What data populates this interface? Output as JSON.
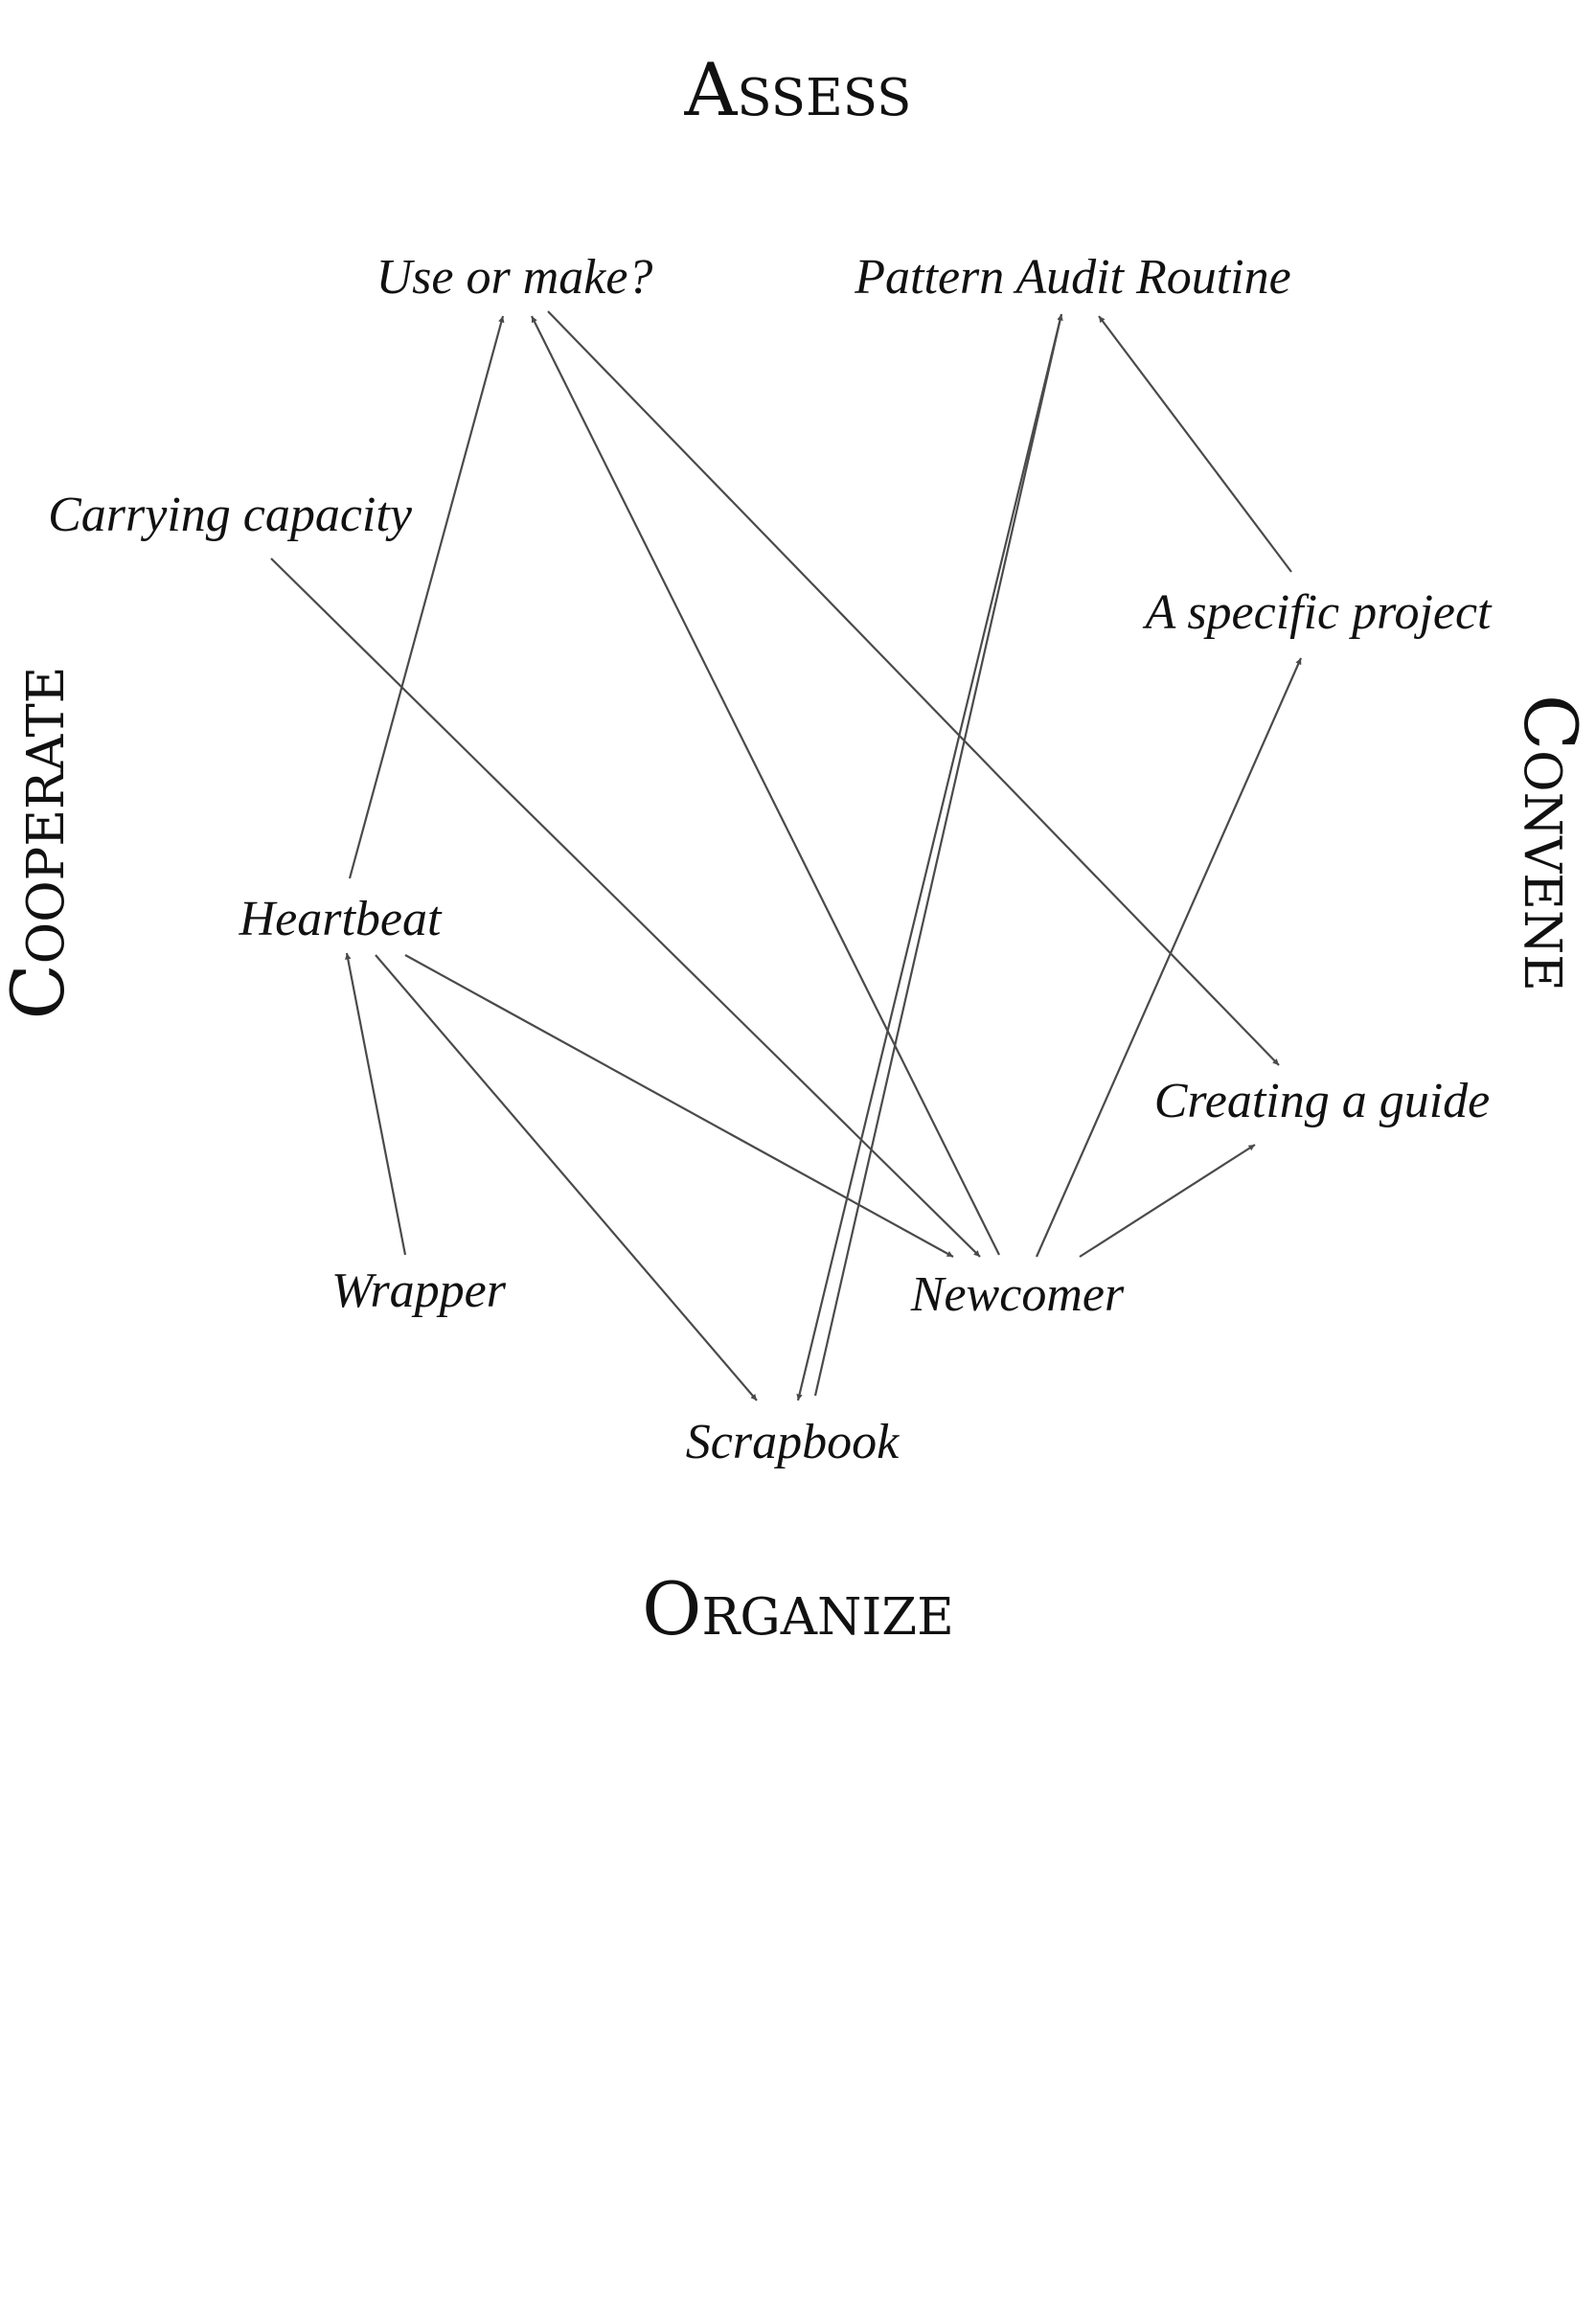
{
  "quadrants": {
    "top": "Assess",
    "bottom": "Organize",
    "left": "Cooperate",
    "right": "Convene"
  },
  "nodes": {
    "use_or_make": "Use or make?",
    "pattern_audit": "Pattern Audit Routine",
    "carrying_capacity": "Carrying capacity",
    "specific_project": "A specific project",
    "heartbeat": "Heartbeat",
    "creating_guide": "Creating a guide",
    "wrapper": "Wrapper",
    "newcomer": "Newcomer",
    "scrapbook": "Scrapbook"
  },
  "edges": [
    {
      "from": "heartbeat",
      "to": "use_or_make"
    },
    {
      "from": "newcomer",
      "to": "use_or_make"
    },
    {
      "from": "use_or_make",
      "to": "creating_guide"
    },
    {
      "from": "carrying_capacity",
      "to": "newcomer"
    },
    {
      "from": "heartbeat",
      "to": "newcomer"
    },
    {
      "from": "heartbeat",
      "to": "scrapbook"
    },
    {
      "from": "wrapper",
      "to": "heartbeat"
    },
    {
      "from": "newcomer",
      "to": "specific_project"
    },
    {
      "from": "newcomer",
      "to": "creating_guide"
    },
    {
      "from": "specific_project",
      "to": "pattern_audit"
    },
    {
      "from": "scrapbook",
      "to": "pattern_audit"
    },
    {
      "from": "pattern_audit",
      "to": "scrapbook"
    }
  ],
  "colors": {
    "edge": "#4a4a4a",
    "text": "#111111",
    "background": "#ffffff"
  }
}
